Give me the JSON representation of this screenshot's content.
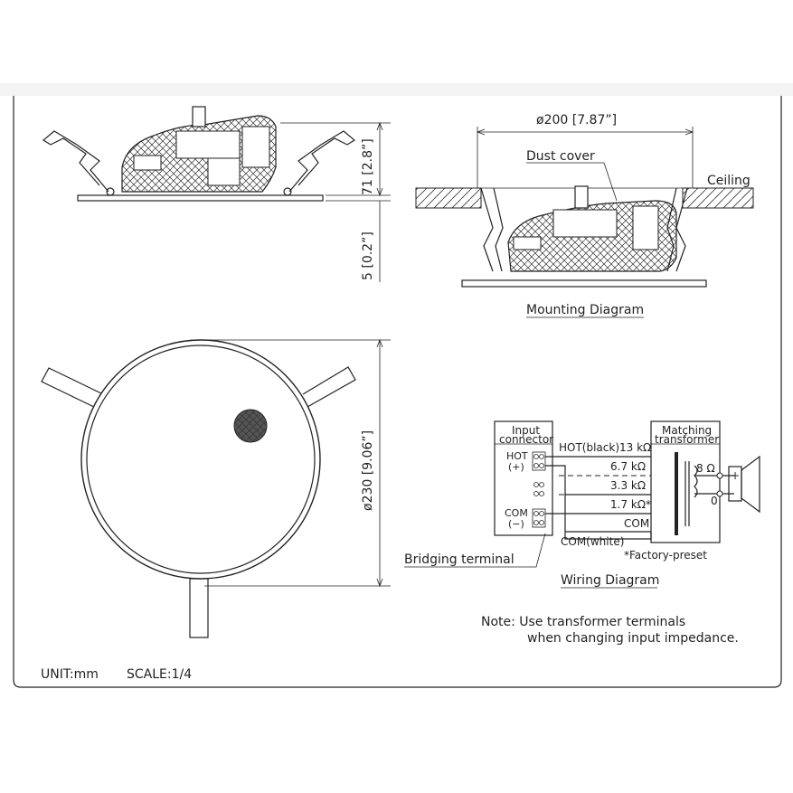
{
  "labels": {
    "mounting_diameter": "ø200 [7.87”]",
    "dust_cover": "Dust cover",
    "ceiling": "Ceiling",
    "height_71": "71 [2.8”]",
    "height_5": "5 [0.2”]",
    "mounting_diagram": "Mounting Diagram",
    "diameter_230": "ø230 [9.06”]",
    "unit": "UNIT:mm",
    "scale": "SCALE:1/4"
  },
  "wiring": {
    "input_connector_line1": "Input",
    "input_connector_line2": "connector",
    "matching_transformer_line1": "Matching",
    "matching_transformer_line2": "transformer",
    "hot": "HOT",
    "hot_sign": "(+)",
    "com": "COM",
    "com_sign": "(−)",
    "tap_hot": "HOT(black)13 kΩ",
    "tap_67": "6.7 kΩ",
    "tap_33": "3.3 kΩ",
    "tap_17": "1.7 kΩ*",
    "tap_com": "COM",
    "com_white": "COM(white)",
    "factory_preset": "*Factory-preset",
    "bridging_terminal": "Bridging terminal",
    "out_8": "8 Ω",
    "out_0": "0",
    "plus": "+",
    "title": "Wiring Diagram"
  },
  "note": {
    "line1": "Note: Use transformer terminals",
    "line2": "when changing input impedance."
  }
}
